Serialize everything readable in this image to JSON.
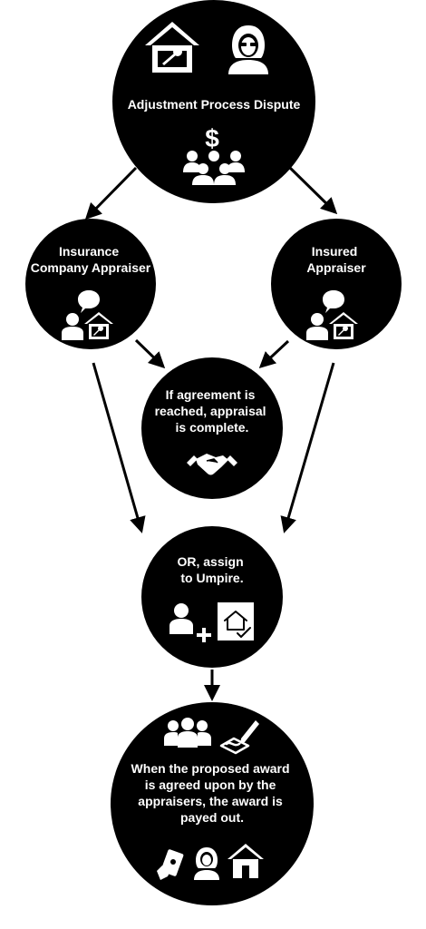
{
  "nodes": {
    "dispute": {
      "lines": [
        "Adjustment Process Dispute"
      ]
    },
    "company_appraiser": {
      "lines": [
        "Insurance",
        "Company Appraiser"
      ]
    },
    "insured_appraiser": {
      "lines": [
        "Insured",
        "Appraiser"
      ]
    },
    "agreement": {
      "lines": [
        "If agreement is",
        "reached, appraisal",
        "is complete."
      ]
    },
    "umpire": {
      "lines": [
        "OR, assign",
        "to Umpire."
      ]
    },
    "award": {
      "lines": [
        "When the proposed award",
        "is agreed upon by the",
        "appraisers, the award is",
        "payed out."
      ]
    }
  },
  "icons": {
    "dispute": [
      "house-wrench-icon",
      "woman-icon",
      "dollar-sign-icon",
      "group-icon"
    ],
    "company_appraiser": [
      "speech-bubble-icon",
      "person-icon",
      "house-wrench-icon"
    ],
    "insured_appraiser": [
      "speech-bubble-icon",
      "person-icon",
      "house-wrench-icon"
    ],
    "agreement": [
      "handshake-icon"
    ],
    "umpire": [
      "person-add-icon",
      "house-document-icon"
    ],
    "award": [
      "group-icon",
      "signature-pen-icon",
      "money-hand-icon",
      "woman-icon",
      "house-icon"
    ]
  },
  "colors": {
    "node_fill": "#000000",
    "node_text": "#ffffff",
    "arrow": "#000000",
    "background": "#ffffff"
  }
}
